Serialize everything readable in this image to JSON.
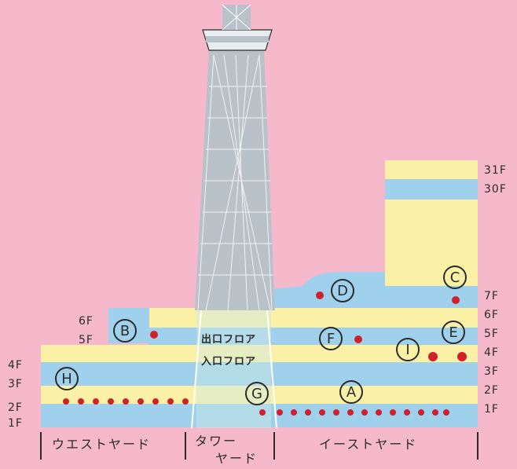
{
  "colors": {
    "background": "#f6b8cb",
    "yellow_band": "#fbf1a6",
    "blue_band": "#9fd0ec",
    "tower": "#b9c1c9",
    "marker": "#d2202a",
    "outline": "#2b2b2b"
  },
  "floors_right": [
    "31F",
    "30F",
    "7F",
    "6F",
    "5F",
    "4F",
    "3F",
    "2F",
    "1F"
  ],
  "floors_left": [
    "4F",
    "3F",
    "2F",
    "1F"
  ],
  "floors_mid": [
    "6F",
    "5F"
  ],
  "markers": [
    "A",
    "B",
    "C",
    "D",
    "E",
    "F",
    "G",
    "H",
    "I"
  ],
  "tower_labels": {
    "exit_floor": "出口フロア",
    "entrance_floor": "入口フロア"
  },
  "zones": {
    "west": "ウエストヤード",
    "tower_line1": "タワー",
    "tower_line2": "ヤード",
    "east": "イーストヤード"
  }
}
